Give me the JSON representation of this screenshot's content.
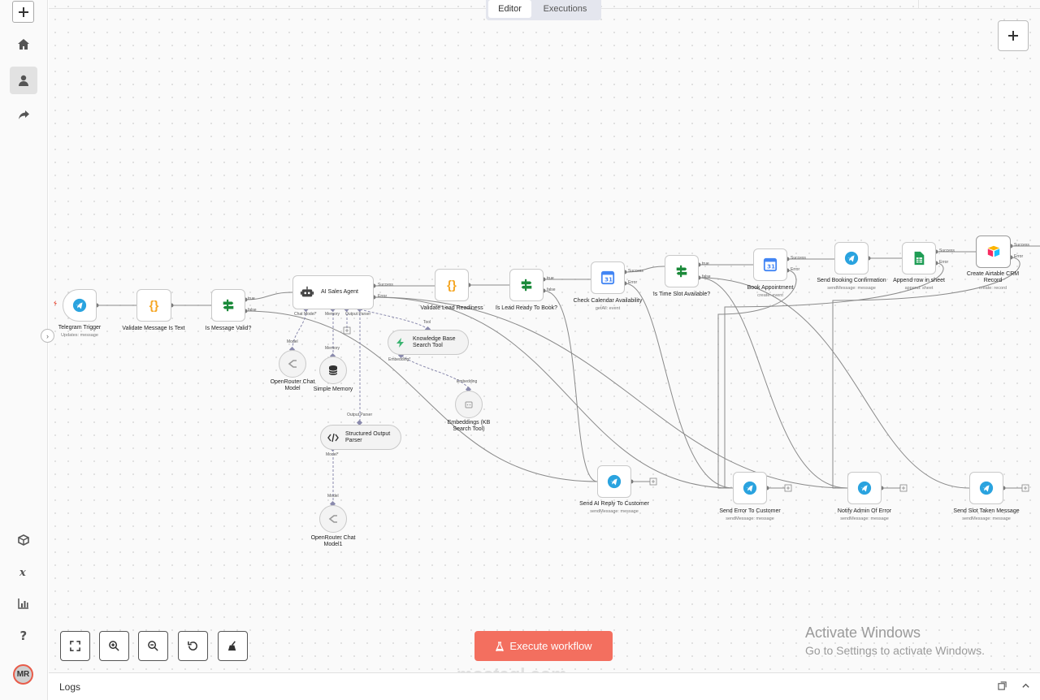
{
  "tabs": {
    "editor": "Editor",
    "executions": "Executions"
  },
  "user": {
    "initials": "MR"
  },
  "toolbar": {
    "execute_label": "Execute workflow"
  },
  "logs": {
    "label": "Logs"
  },
  "watermark": {
    "line1": "Activate Windows",
    "line2": "Go to Settings to activate Windows.",
    "site": "mostaql.com"
  },
  "colors": {
    "accent": "#f36f5f",
    "telegram": "#2aa3df",
    "sheets": "#1f9d55",
    "switch": "#1b8a3a",
    "code": "#f5a623"
  },
  "nodes": {
    "telegram_trigger": {
      "label": "Telegram Trigger",
      "sub": "Updates: message"
    },
    "validate_text": {
      "label": "Validate Message Is Text"
    },
    "is_valid": {
      "label": "Is Message Valid?",
      "out_true": "true",
      "out_false": "false"
    },
    "ai_agent": {
      "label": "AI Sales Agent",
      "out_success": "Success",
      "out_error": "Error",
      "in_chat": "Chat Model*",
      "in_memory": "Memory",
      "in_tool": "Tool",
      "in_parser": "Output Parser"
    },
    "validate_lead": {
      "label": "Validate Lead Readiness"
    },
    "ready_to_book": {
      "label": "Is Lead Ready To Book?",
      "out_true": "true",
      "out_false": "false"
    },
    "check_calendar": {
      "label": "Check Calendar Availability",
      "sub": "getAll: event",
      "out_success": "Success",
      "out_error": "Error"
    },
    "slot_available": {
      "label": "Is Time Slot Available?",
      "out_true": "true",
      "out_false": "false"
    },
    "book_appt": {
      "label": "Book Appointment",
      "sub": "create: event",
      "out_success": "Success",
      "out_error": "Error"
    },
    "send_booking": {
      "label": "Send Booking Confirmation",
      "sub": "sendMessage: message"
    },
    "append_sheet": {
      "label": "Append row in sheet",
      "sub": "append: sheet",
      "out_success": "Success",
      "out_error": "Error"
    },
    "airtable": {
      "label": "Create Airtable CRM Record",
      "sub": "create: record",
      "out_success": "Success",
      "out_error": "Error"
    },
    "openrouter1": {
      "label": "OpenRouter Chat Model",
      "port": "Model"
    },
    "memory": {
      "label": "Simple Memory",
      "port": "Memory"
    },
    "kb_tool": {
      "label": "Knowledge Base Search Tool",
      "port": "Tool",
      "out": "Embedding*"
    },
    "embeddings": {
      "label": "Embeddings (KB Search Tool)",
      "port": "Embedding"
    },
    "parser": {
      "label": "Structured Output Parser",
      "port": "Output Parser",
      "out": "Model*"
    },
    "openrouter2": {
      "label": "OpenRouter Chat Model1",
      "port": "Model"
    },
    "send_ai_reply": {
      "label": "Send AI Reply To Customer",
      "sub": "sendMessage: message"
    },
    "send_error": {
      "label": "Send Error To Customer",
      "sub": "sendMessage: message"
    },
    "notify_admin": {
      "label": "Notify Admin Of Error",
      "sub": "sendMessage: message"
    },
    "slot_taken": {
      "label": "Send Slot Taken Message",
      "sub": "sendMessage: message"
    }
  }
}
